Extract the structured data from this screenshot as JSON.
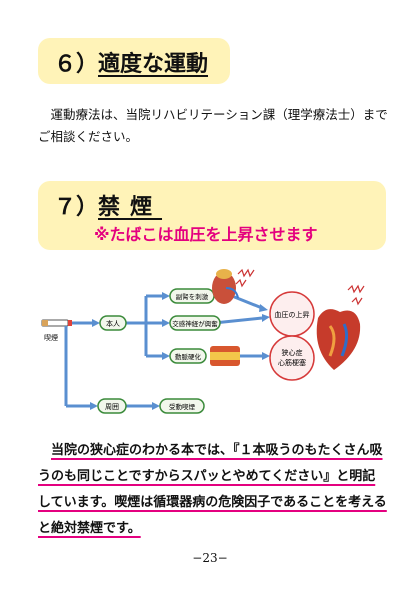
{
  "section6": {
    "number": "６）",
    "title": "適度な運動"
  },
  "section6_body": "運動療法は、当院リハビリテーション課（理学療法士）までご相談ください。",
  "section7": {
    "number": "７）",
    "title": "禁煙",
    "subtitle": "※たばこは血圧を上昇させます"
  },
  "diagram": {
    "smoking": "喫煙",
    "self": "本人",
    "surroundings": "周囲",
    "adrenal": "副腎を刺激",
    "sympathetic": "交感神経が興奮",
    "arteriosclerosis": "動脈硬化",
    "bp_rise": "血圧の上昇",
    "angina_line1": "狭心症",
    "angina_line2": "心筋梗塞",
    "passive": "受動喫煙"
  },
  "paragraph": "当院の狭心症のわかる本では、『１本吸うのもたくさん吸うのも同じことですからスパッとやめてください』と明記しています。喫煙は循環器病の危険因子であることを考えると絶対禁煙です。",
  "page_number": "−23−"
}
